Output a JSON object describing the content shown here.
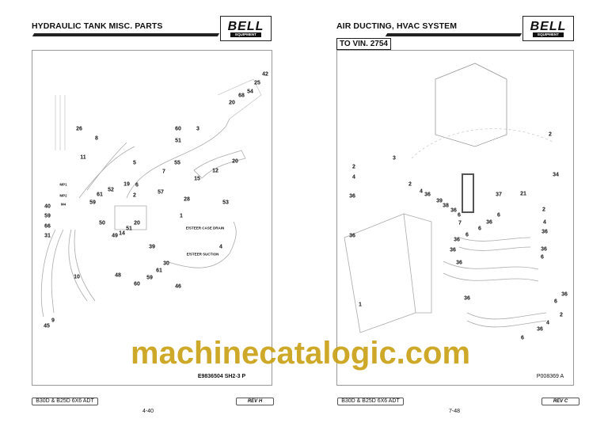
{
  "left_page": {
    "title": "HYDRAULIC TANK MISC. PARTS",
    "logo_text": "BELL",
    "logo_sub": "EQUIPMENT",
    "callouts": [
      "42",
      "25",
      "54",
      "68",
      "20",
      "26",
      "60",
      "3",
      "8",
      "51",
      "11",
      "5",
      "55",
      "20",
      "7",
      "12",
      "15",
      "MP1",
      "19",
      "6",
      "52",
      "57",
      "61",
      "2",
      "MP2",
      "28",
      "59",
      "M4",
      "53",
      "40",
      "59",
      "1",
      "50",
      "20",
      "66",
      "51",
      "E/STEER CASE DRAIN",
      "14",
      "49",
      "31",
      "39",
      "4",
      "E/STEER SUCTION",
      "30",
      "61",
      "10",
      "48",
      "59",
      "60",
      "46",
      "9",
      "45"
    ],
    "drawing_number": "E9836504 SH2-3 P",
    "footer_model": "B30D & B25D 6X6 ADT",
    "footer_rev": "REV H",
    "page_number": "4-40"
  },
  "right_page": {
    "title": "AIR DUCTING, HVAC SYSTEM",
    "vin_label": "TO VIN. 2754",
    "logo_text": "BELL",
    "logo_sub": "EQUIPMENT",
    "callouts": [
      "2",
      "3",
      "34",
      "2",
      "4",
      "2",
      "36",
      "4",
      "37",
      "21",
      "36",
      "39",
      "38",
      "36",
      "6",
      "2",
      "7",
      "6",
      "36",
      "4",
      "6",
      "36",
      "36",
      "6",
      "36",
      "36",
      "36",
      "6",
      "36",
      "36",
      "1",
      "36",
      "6",
      "2",
      "4",
      "36",
      "6"
    ],
    "drawing_number": "P008369 A",
    "footer_model": "B30D & B25D 6X6 ADT",
    "footer_rev": "REV C",
    "page_number": "7-48"
  },
  "watermark": "machinecatalogic.com"
}
